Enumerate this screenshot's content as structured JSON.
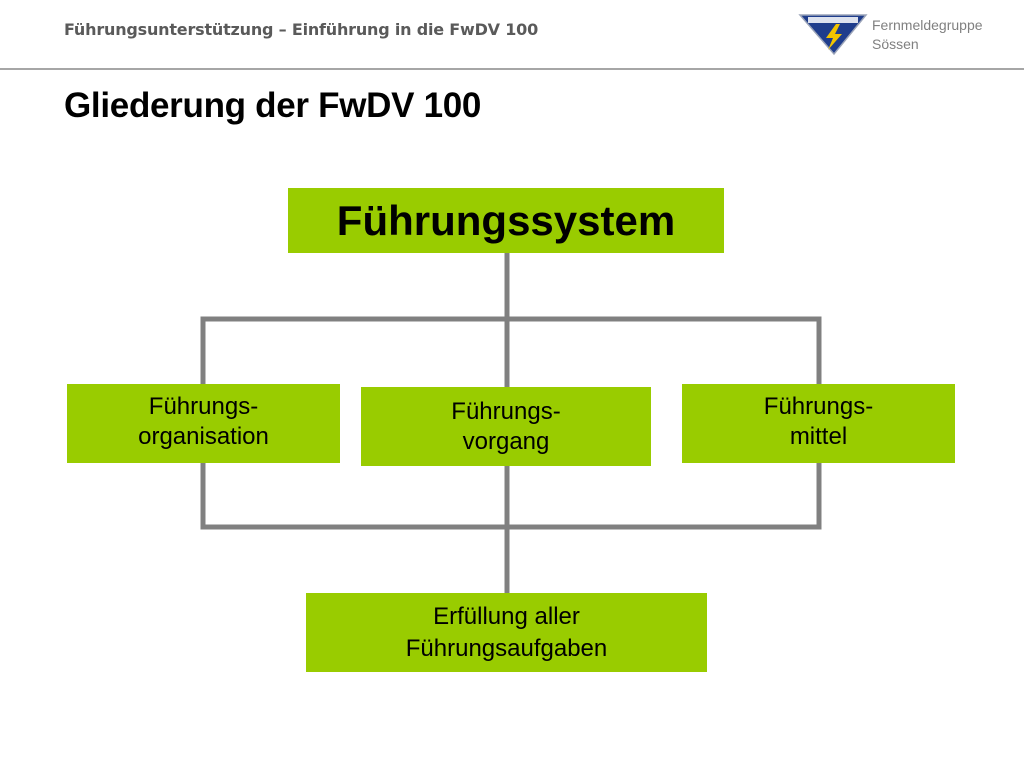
{
  "header": {
    "title": "Führungsunterstützung – Einführung in die FwDV 100",
    "org_line1": "Fernmeldegruppe",
    "org_line2": "Sössen",
    "logo_icon": "lightning-shield-logo-icon"
  },
  "page": {
    "title": "Gliederung der FwDV 100"
  },
  "diagram": {
    "top": {
      "label": "Führungssystem"
    },
    "middle": [
      {
        "line1": "Führungs-",
        "line2": "organisation"
      },
      {
        "line1": "Führungs-",
        "line2": "vorgang"
      },
      {
        "line1": "Führungs-",
        "line2": "mittel"
      }
    ],
    "bottom": {
      "line1": "Erfüllung aller",
      "line2": "Führungsaufgaben"
    }
  },
  "colors": {
    "box_fill": "#99cc00",
    "connector": "#808080",
    "header_text": "#5a5a5a",
    "rule": "#a6a6a6",
    "logo_blue": "#1f3d8c",
    "logo_lightning": "#f2c400"
  }
}
